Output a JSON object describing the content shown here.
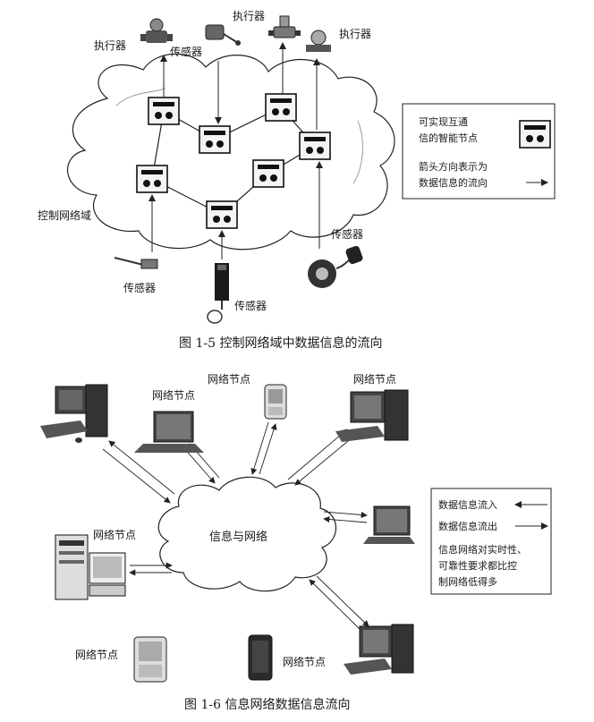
{
  "figure1": {
    "actuator_label": "执行器",
    "sensor_label": "传感器",
    "domain_label": "控制网络域",
    "legend": {
      "node_line1": "可实现互通",
      "node_line2": "信的智能节点",
      "arrow_line1": "箭头方向表示为",
      "arrow_line2": "数据信息的流向"
    },
    "caption": "图 1-5   控制网络域中数据信息的流向"
  },
  "figure2": {
    "node_label": "网络节点",
    "cloud_label": "信息与网络",
    "legend": {
      "inflow": "数据信息流入",
      "outflow": "数据信息流出",
      "note_line1": "信息网络对实时性、",
      "note_line2": "可靠性要求都比控",
      "note_line3": "制网络低得多"
    },
    "caption": "图 1-6   信息网络数据信息流向"
  }
}
